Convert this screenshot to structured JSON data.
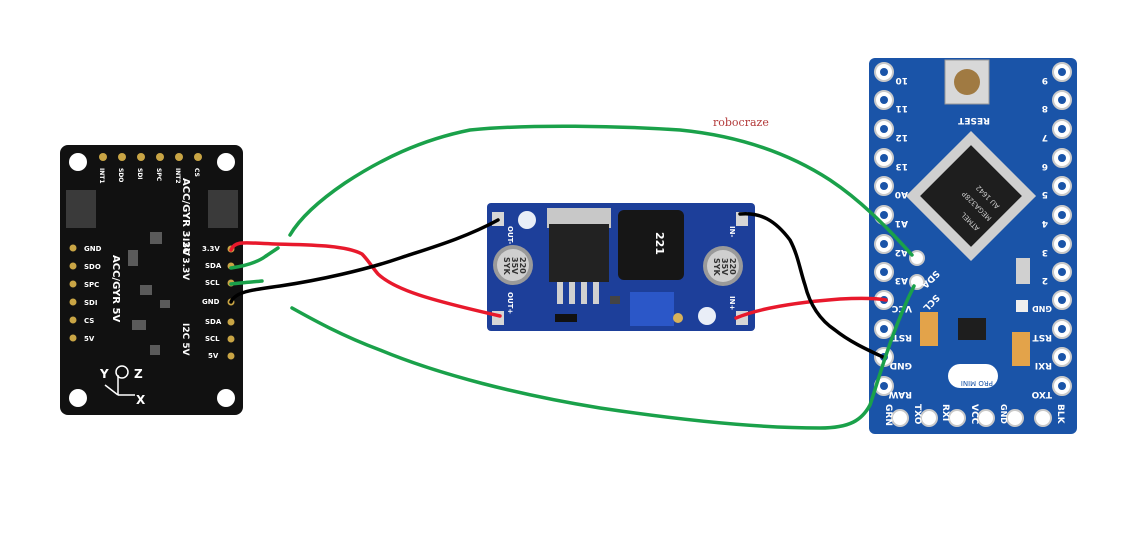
{
  "watermark": "robocraze",
  "colors": {
    "imu_board": "#111111",
    "buck_board": "#1d3f9a",
    "arduino_board": "#1a54a8",
    "wire_power": "#e8192c",
    "wire_ground": "#000000",
    "wire_signal": "#1aa14a"
  },
  "imu": {
    "title": "ACC/GYR 3.3V",
    "subtitle": "ACC/GYR 5V",
    "top_pins": [
      "INT1",
      "SDO",
      "SDI",
      "SPC",
      "INT2",
      "CS"
    ],
    "left_pins": [
      "GND",
      "SDO",
      "SPC",
      "SDI",
      "CS",
      "5V"
    ],
    "i2c_33_label": "I2C 3.3V",
    "i2c_5_label": "I2C 5V",
    "right_pins_top": [
      "3.3V",
      "SDA",
      "SCL",
      "GND"
    ],
    "right_pins_bottom": [
      "SDA",
      "SCL",
      "5V"
    ],
    "axes": {
      "y": "Y",
      "z": "Z",
      "x": "X"
    }
  },
  "buck": {
    "out_minus": "OUT-",
    "out_plus": "OUT+",
    "in_minus": "IN-",
    "in_plus": "IN+",
    "cap_left": [
      "220",
      "35V",
      "SYK"
    ],
    "cap_right": [
      "220",
      "35V",
      "SYK"
    ],
    "inductor": "221"
  },
  "arduino": {
    "reset_label": "RESET",
    "left_pins": [
      "10",
      "11",
      "12",
      "13",
      "A0",
      "A1",
      "A2",
      "A3",
      "VCC",
      "RST",
      "GND",
      "RAW"
    ],
    "right_pins": [
      "9",
      "8",
      "7",
      "6",
      "5",
      "4",
      "3",
      "2",
      "GND",
      "RST",
      "RXI",
      "TXO"
    ],
    "a4_label": "SDA",
    "a5_label": "SCL",
    "bottom_pins": [
      "GRN",
      "TXO",
      "RXI",
      "VCC",
      "GND",
      "BLK"
    ],
    "badge": "PRO MINI",
    "chip": [
      "ATMEL",
      "MEGA328P",
      "AU 1642"
    ]
  }
}
